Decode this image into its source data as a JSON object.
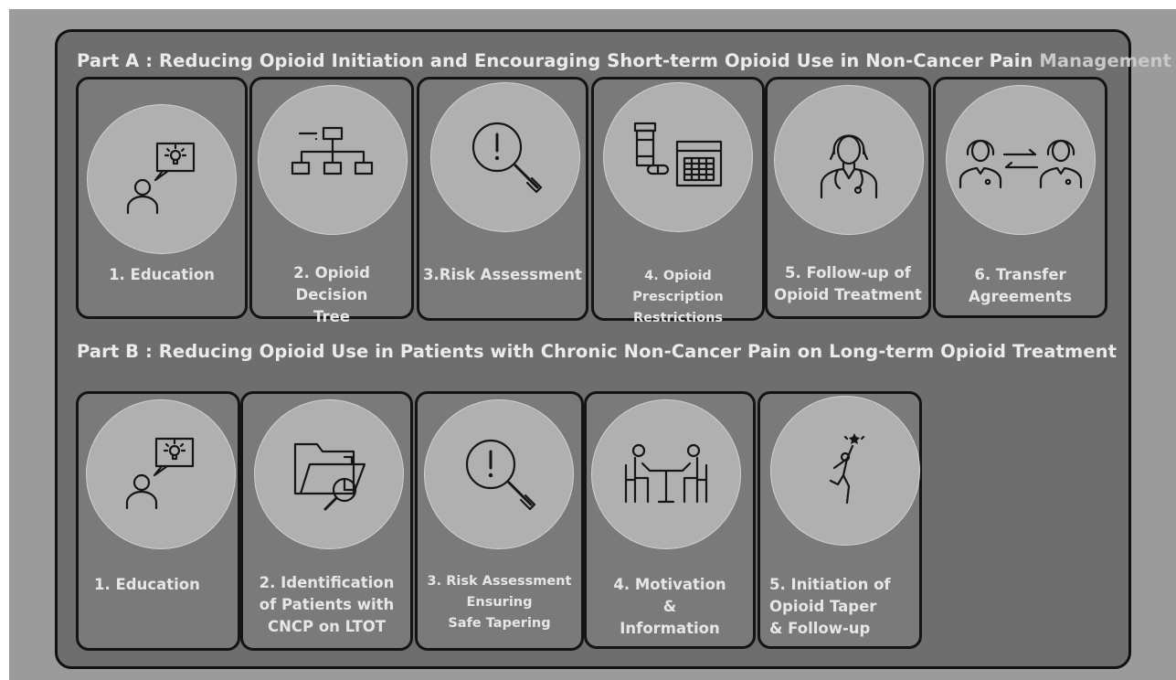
{
  "part_a": {
    "title": "Part A : Reducing Opioid Initiation and Encouraging Short-term Opioid Use in Non-Cancer Pain",
    "title_suffix": "Management",
    "steps": [
      {
        "label": "1. Education",
        "icon": "education-icon"
      },
      {
        "label": "2. Opioid Decision\nTree",
        "icon": "decision-tree-icon"
      },
      {
        "label": "3.Risk Assessment",
        "icon": "risk-magnifier-icon"
      },
      {
        "label": "4. Opioid Prescription\nRestrictions",
        "icon": "prescription-calendar-icon"
      },
      {
        "label": "5. Follow-up of\nOpioid Treatment",
        "icon": "doctor-icon"
      },
      {
        "label": "6. Transfer\nAgreements",
        "icon": "doctor-transfer-icon"
      }
    ]
  },
  "part_b": {
    "title": "Part B : Reducing Opioid Use in Patients with Chronic Non-Cancer Pain on Long-term Opioid Treatment",
    "steps": [
      {
        "label": "1. Education",
        "icon": "education-icon"
      },
      {
        "label": "2. Identification\nof Patients with\nCNCP on LTOT",
        "icon": "folder-search-icon"
      },
      {
        "label": "3. Risk Assessment\nEnsuring\nSafe Tapering",
        "icon": "risk-magnifier-icon"
      },
      {
        "label": "4. Motivation\n&\nInformation",
        "icon": "consultation-icon"
      },
      {
        "label": "5. Initiation of\nOpioid Taper\n& Follow-up",
        "icon": "reaching-star-icon"
      }
    ]
  }
}
